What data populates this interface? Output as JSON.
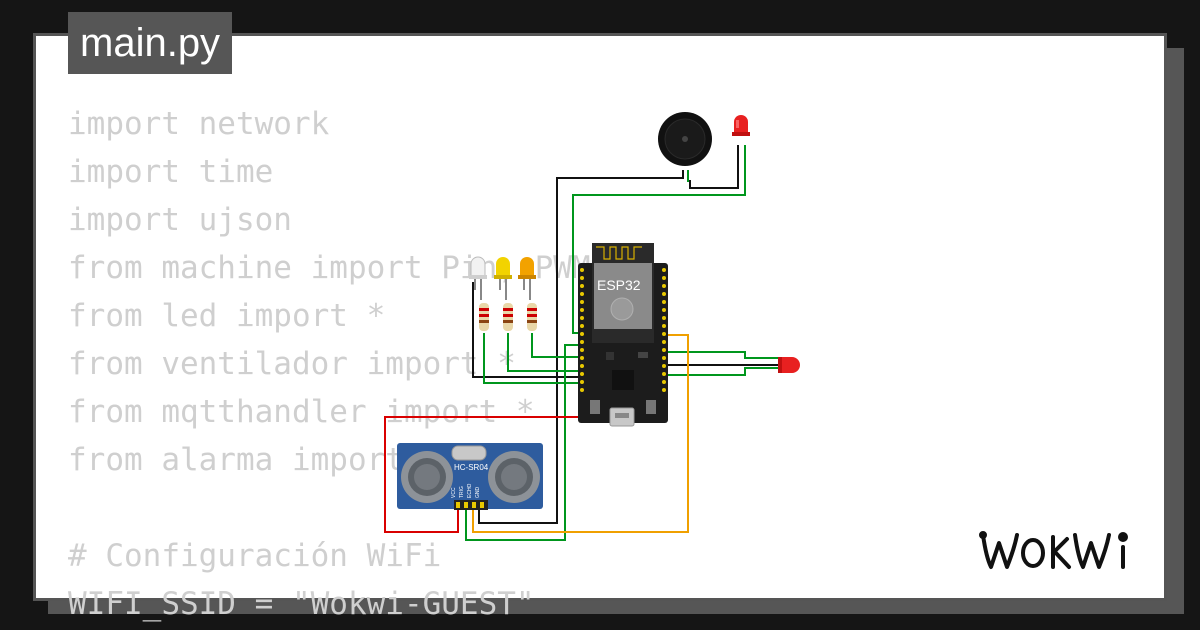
{
  "file_tab": {
    "label": "main.py"
  },
  "code_lines": [
    "import network",
    "import time",
    "import ujson",
    "from machine import Pin, PWM",
    "from led import *",
    "from ventilador import *",
    "from mqtthandler import *",
    "from alarma import *",
    "",
    "# Configuración WiFi",
    "WIFI_SSID = \"Wokwi-GUEST\""
  ],
  "board": {
    "label": "ESP32"
  },
  "sensor": {
    "label": "HC-SR04",
    "pins": [
      "VCC",
      "TRIG",
      "ECHO",
      "GND"
    ]
  },
  "brand": {
    "logo": "WOKWI"
  },
  "colors": {
    "wire_red": "#d90000",
    "wire_green": "#00961d",
    "wire_black": "#111111",
    "wire_orange": "#f0a000",
    "sensor_blue": "#2e5c9e",
    "led_red": "#e82020",
    "led_yellow": "#f2d300",
    "led_orange": "#f2a200"
  }
}
